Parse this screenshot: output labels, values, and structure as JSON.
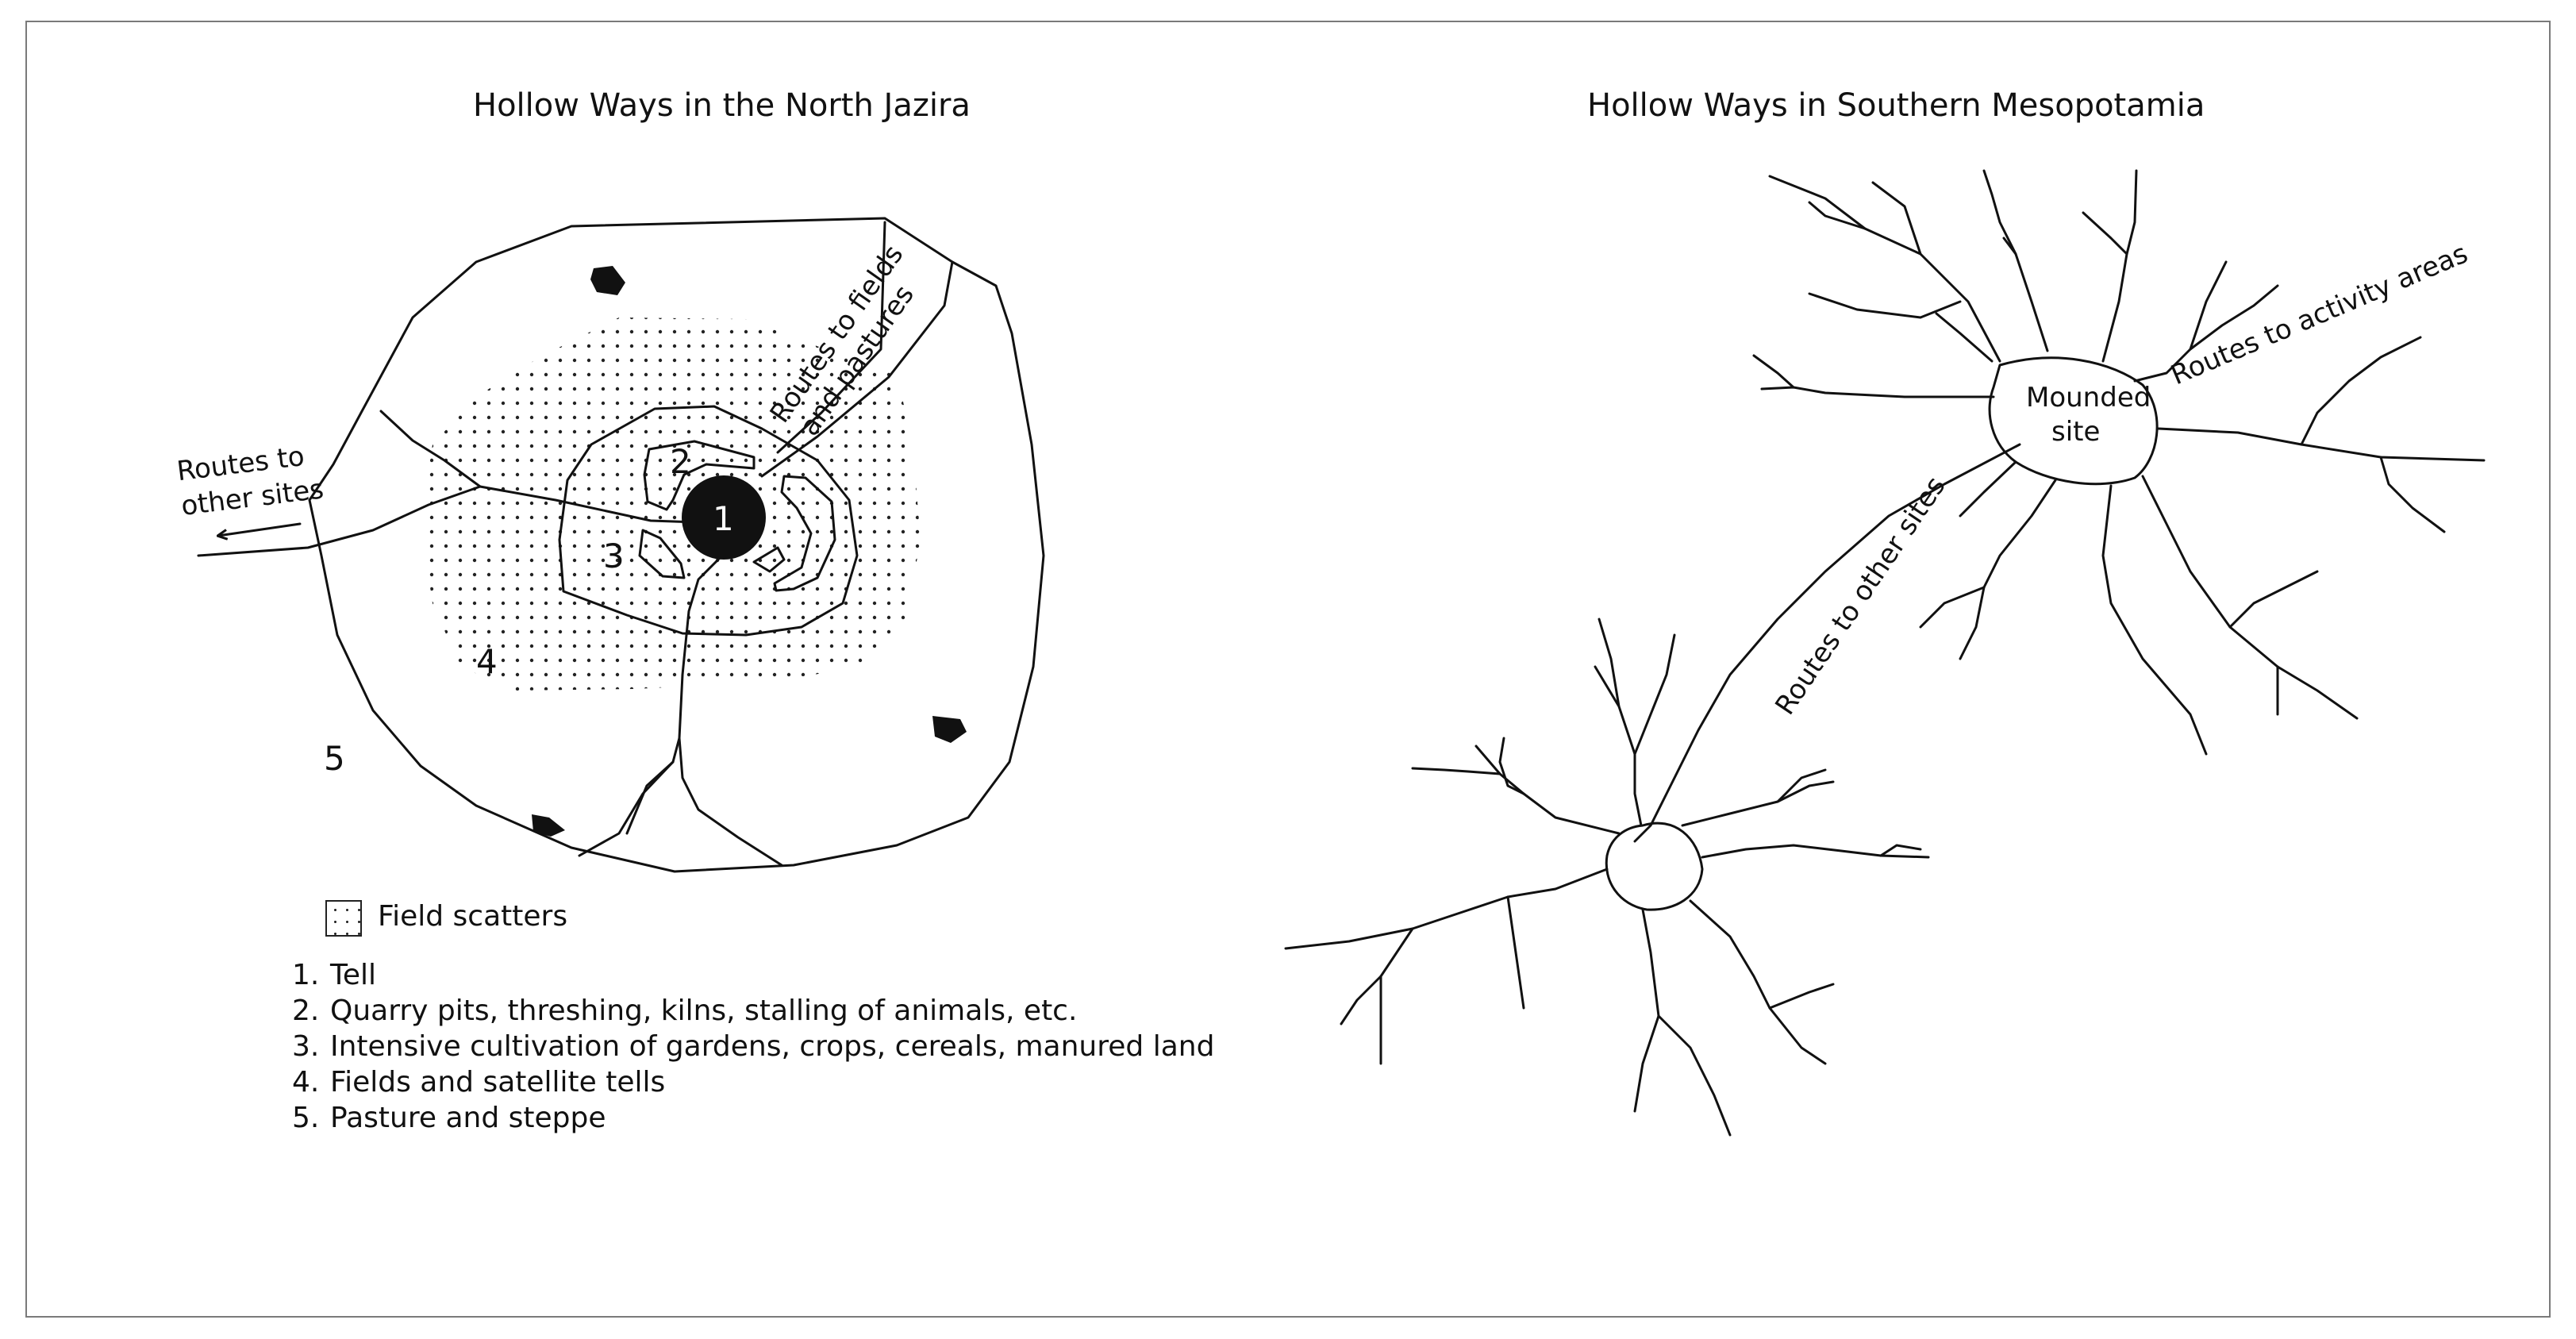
{
  "left_panel": {
    "title": "Hollow Ways in the North Jazira",
    "zone_numbers": {
      "tell": "1",
      "quarry": "2",
      "cultivation": "3",
      "fields": "4",
      "pasture": "5"
    },
    "routes_other_sites_line1": "Routes to",
    "routes_other_sites_line2": "other sites",
    "routes_fields_line1": "Routes to fields",
    "routes_fields_line2": "and pastures",
    "scatter_legend_label": "Field scatters",
    "legend_items": [
      {
        "num": "1.",
        "text": "Tell"
      },
      {
        "num": "2.",
        "text": "Quarry pits, threshing, kilns, stalling of animals, etc."
      },
      {
        "num": "3.",
        "text": "Intensive cultivation of gardens, crops, cereals, manured land"
      },
      {
        "num": "4.",
        "text": "Fields and satellite tells"
      },
      {
        "num": "5.",
        "text": "Pasture and steppe"
      }
    ]
  },
  "right_panel": {
    "title": "Hollow Ways in Southern Mesopotamia",
    "mounded_site_line1": "Mounded",
    "mounded_site_line2": "site",
    "routes_activity_areas": "Routes to activity areas",
    "routes_other_sites": "Routes to other sites"
  }
}
